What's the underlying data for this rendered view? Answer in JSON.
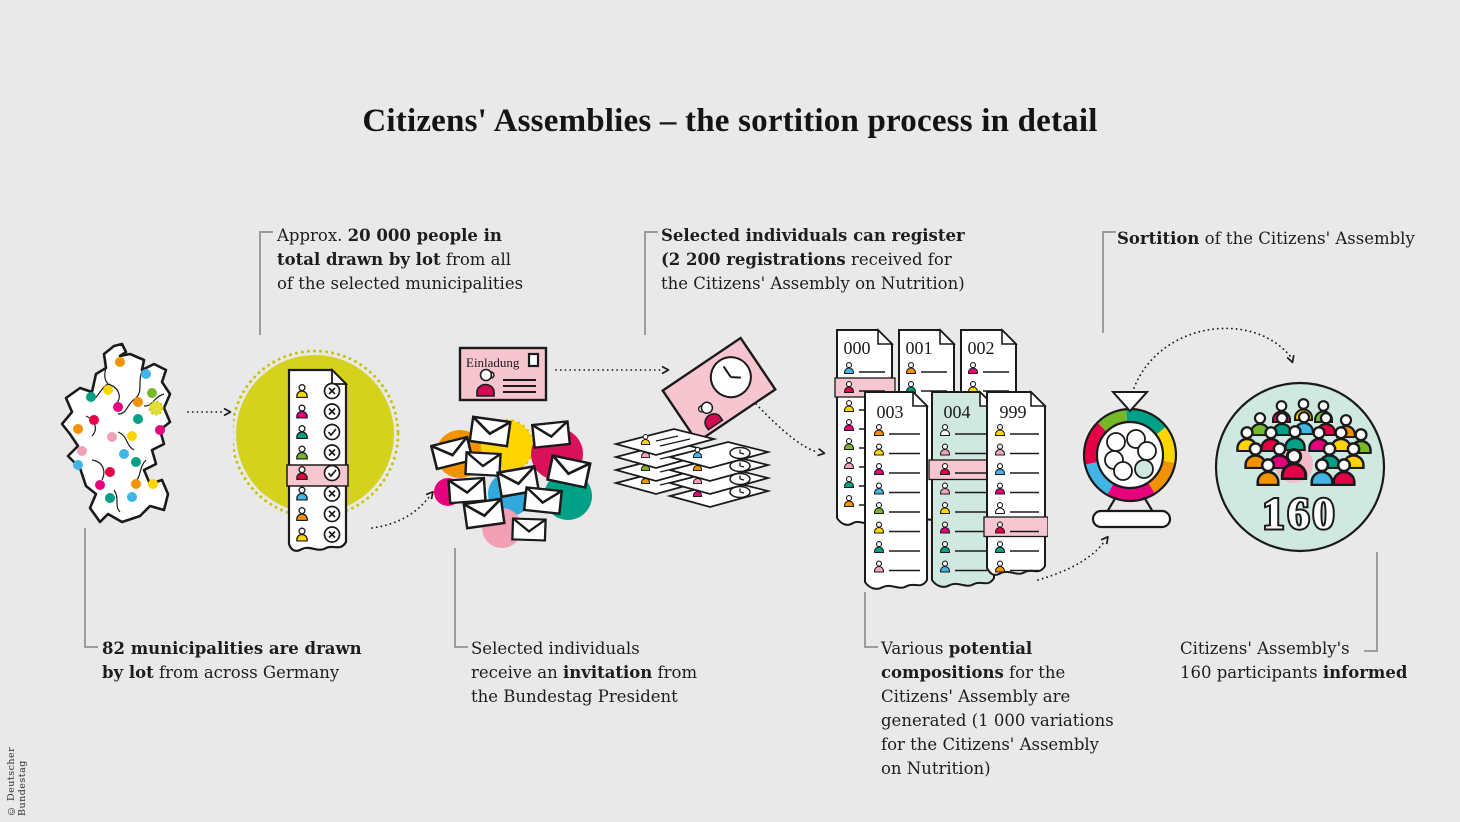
{
  "page": {
    "title": "Citizens' Assemblies – the sortition process in detail",
    "copyright": "© Deutscher Bundestag"
  },
  "colors": {
    "background": "#e9e9e9",
    "accent_yellow_green": "#d4d21c",
    "pink_card": "#f6c5cf",
    "pink_highlight": "#f6c7d0",
    "pink_circle": "#f3bac7",
    "mint": "#cfe9e1",
    "magenta": "#e6007e",
    "crimson": "#e40045",
    "orange": "#f39200",
    "yellow": "#ffd500",
    "green": "#76b82a",
    "teal": "#00a087",
    "blue": "#41b6e6",
    "light_pink": "#f2a0b5",
    "line_gray": "#9c9c9c",
    "text": "#1d1d1b"
  },
  "annotations": {
    "draw_people": {
      "lines": [
        [
          {
            "t": "Approx. "
          },
          {
            "t": "20 000 people in",
            "b": true
          }
        ],
        [
          {
            "t": "total drawn by lot",
            "b": true
          },
          {
            "t": " from all"
          }
        ],
        [
          {
            "t": "of the selected municipalities"
          }
        ]
      ]
    },
    "register": {
      "lines": [
        [
          {
            "t": "Selected individuals can register",
            "b": true
          }
        ],
        [
          {
            "t": "(2 200 registrations",
            "b": true
          },
          {
            "t": " received for"
          }
        ],
        [
          {
            "t": "the Citizens' Assembly on Nutrition)"
          }
        ]
      ]
    },
    "sortition": {
      "lines": [
        [
          {
            "t": "Sortition",
            "b": true
          },
          {
            "t": " of the Citizens' Assembly"
          }
        ]
      ]
    },
    "municipalities": {
      "lines": [
        [
          {
            "t": "82 municipalities are drawn",
            "b": true
          }
        ],
        [
          {
            "t": "by lot",
            "b": true
          },
          {
            "t": " from across Germany"
          }
        ]
      ]
    },
    "invitation": {
      "lines": [
        [
          {
            "t": "Selected individuals"
          }
        ],
        [
          {
            "t": "receive an "
          },
          {
            "t": "invitation",
            "b": true
          },
          {
            "t": " from"
          }
        ],
        [
          {
            "t": "the Bundestag President"
          }
        ]
      ]
    },
    "compositions": {
      "lines": [
        [
          {
            "t": "Various "
          },
          {
            "t": "potential",
            "b": true
          }
        ],
        [
          {
            "t": "compositions",
            "b": true
          },
          {
            "t": " for the"
          }
        ],
        [
          {
            "t": "Citizens' Assembly are"
          }
        ],
        [
          {
            "t": "generated (1 000 variations"
          }
        ],
        [
          {
            "t": "for the Citizens' Assembly"
          }
        ],
        [
          {
            "t": "on Nutrition)"
          }
        ]
      ]
    },
    "informed": {
      "lines": [
        [
          {
            "t": "Citizens' Assembly's"
          }
        ],
        [
          {
            "t": "160 participants "
          },
          {
            "t": "informed",
            "b": true
          }
        ]
      ]
    }
  },
  "illustrations": {
    "invitation_card": {
      "label": "Einladung"
    },
    "lists": {
      "numbers": [
        "000",
        "001",
        "002",
        "003",
        "004",
        "999"
      ]
    },
    "assembly": {
      "count": "160"
    }
  }
}
